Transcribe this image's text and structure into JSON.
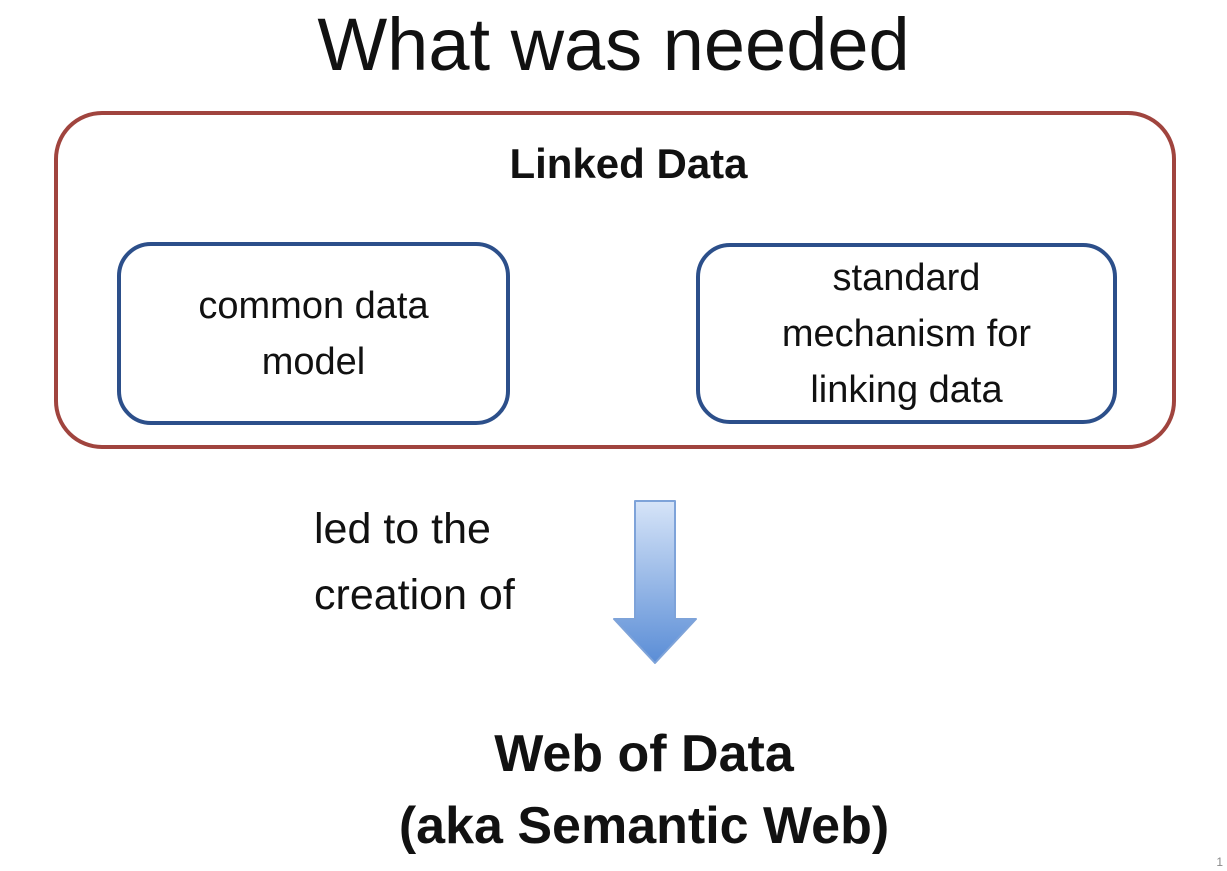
{
  "title": "What was needed",
  "container": {
    "label": "Linked Data",
    "border_color": "#a0443e"
  },
  "components": [
    {
      "text": "common data\nmodel",
      "border_color": "#2c4f8a"
    },
    {
      "text": "standard\nmechanism for\nlinking data",
      "border_color": "#2c4f8a"
    }
  ],
  "connector": {
    "label": "led to the\ncreation of",
    "arrow_color_top": "#d6e4f8",
    "arrow_color_bottom": "#5a8dd6",
    "icon": "down-arrow-icon"
  },
  "result": {
    "text": "Web of Data\n(aka Semantic Web)"
  },
  "page_number": "1"
}
